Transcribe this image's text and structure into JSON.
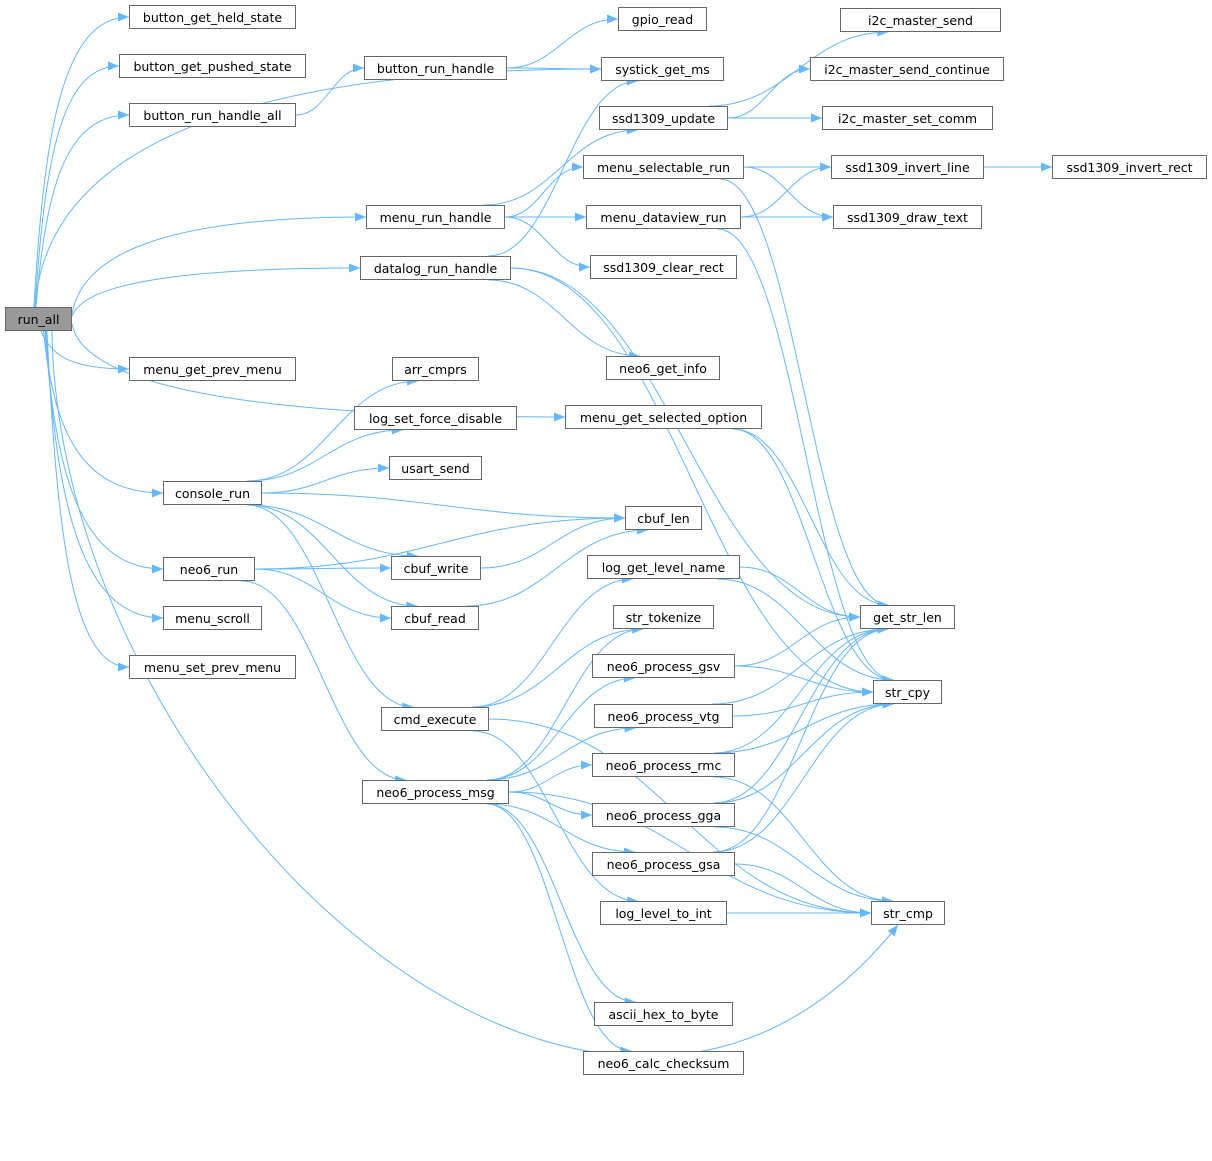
{
  "graph": {
    "root": "run_all",
    "edge_color": "#63b8ff",
    "root_fill": "#999999",
    "nodes": [
      "run_all",
      "button_get_held_state",
      "button_get_pushed_state",
      "button_run_handle_all",
      "menu_get_prev_menu",
      "console_run",
      "neo6_run",
      "menu_scroll",
      "menu_set_prev_menu",
      "button_run_handle",
      "menu_run_handle",
      "datalog_run_handle",
      "arr_cmprs",
      "log_set_force_disable",
      "usart_send",
      "cbuf_write",
      "cbuf_read",
      "cmd_execute",
      "neo6_process_msg",
      "gpio_read",
      "systick_get_ms",
      "ssd1309_update",
      "menu_selectable_run",
      "menu_dataview_run",
      "ssd1309_clear_rect",
      "neo6_get_info",
      "menu_get_selected_option",
      "cbuf_len",
      "log_get_level_name",
      "str_tokenize",
      "neo6_process_gsv",
      "neo6_process_vtg",
      "neo6_process_rmc",
      "neo6_process_gga",
      "neo6_process_gsa",
      "log_level_to_int",
      "ascii_hex_to_byte",
      "neo6_calc_checksum",
      "i2c_master_send",
      "i2c_master_send_continue",
      "i2c_master_set_comm",
      "ssd1309_invert_line",
      "ssd1309_draw_text",
      "get_str_len",
      "str_cpy",
      "str_cmp",
      "ssd1309_invert_rect"
    ],
    "edges": [
      [
        "run_all",
        "button_get_held_state"
      ],
      [
        "run_all",
        "button_get_pushed_state"
      ],
      [
        "run_all",
        "button_run_handle_all"
      ],
      [
        "run_all",
        "systick_get_ms"
      ],
      [
        "run_all",
        "menu_run_handle"
      ],
      [
        "run_all",
        "datalog_run_handle"
      ],
      [
        "run_all",
        "menu_get_selected_option"
      ],
      [
        "run_all",
        "menu_get_prev_menu"
      ],
      [
        "run_all",
        "console_run"
      ],
      [
        "run_all",
        "neo6_run"
      ],
      [
        "run_all",
        "menu_scroll"
      ],
      [
        "run_all",
        "menu_set_prev_menu"
      ],
      [
        "run_all",
        "str_cmp"
      ],
      [
        "button_run_handle_all",
        "button_run_handle"
      ],
      [
        "button_run_handle",
        "gpio_read"
      ],
      [
        "button_run_handle",
        "systick_get_ms"
      ],
      [
        "menu_run_handle",
        "ssd1309_update"
      ],
      [
        "menu_run_handle",
        "menu_selectable_run"
      ],
      [
        "menu_run_handle",
        "menu_dataview_run"
      ],
      [
        "menu_run_handle",
        "ssd1309_clear_rect"
      ],
      [
        "datalog_run_handle",
        "systick_get_ms"
      ],
      [
        "datalog_run_handle",
        "neo6_get_info"
      ],
      [
        "datalog_run_handle",
        "get_str_len"
      ],
      [
        "datalog_run_handle",
        "str_cpy"
      ],
      [
        "ssd1309_update",
        "i2c_master_send"
      ],
      [
        "ssd1309_update",
        "i2c_master_send_continue"
      ],
      [
        "ssd1309_update",
        "i2c_master_set_comm"
      ],
      [
        "menu_selectable_run",
        "ssd1309_invert_line"
      ],
      [
        "menu_selectable_run",
        "ssd1309_draw_text"
      ],
      [
        "menu_selectable_run",
        "get_str_len"
      ],
      [
        "menu_dataview_run",
        "ssd1309_invert_line"
      ],
      [
        "menu_dataview_run",
        "ssd1309_draw_text"
      ],
      [
        "menu_dataview_run",
        "str_cpy"
      ],
      [
        "ssd1309_invert_line",
        "ssd1309_invert_rect"
      ],
      [
        "menu_get_selected_option",
        "get_str_len"
      ],
      [
        "menu_get_selected_option",
        "str_cpy"
      ],
      [
        "console_run",
        "arr_cmprs"
      ],
      [
        "console_run",
        "log_set_force_disable"
      ],
      [
        "console_run",
        "usart_send"
      ],
      [
        "console_run",
        "cbuf_len"
      ],
      [
        "console_run",
        "cbuf_write"
      ],
      [
        "console_run",
        "cbuf_read"
      ],
      [
        "console_run",
        "cmd_execute"
      ],
      [
        "neo6_run",
        "cbuf_write"
      ],
      [
        "neo6_run",
        "cbuf_read"
      ],
      [
        "neo6_run",
        "cbuf_len"
      ],
      [
        "neo6_run",
        "neo6_process_msg"
      ],
      [
        "cbuf_write",
        "cbuf_len"
      ],
      [
        "cbuf_read",
        "cbuf_len"
      ],
      [
        "log_get_level_name",
        "get_str_len"
      ],
      [
        "log_get_level_name",
        "str_cpy"
      ],
      [
        "cmd_execute",
        "str_tokenize"
      ],
      [
        "cmd_execute",
        "log_get_level_name"
      ],
      [
        "cmd_execute",
        "log_level_to_int"
      ],
      [
        "cmd_execute",
        "str_cmp"
      ],
      [
        "neo6_process_msg",
        "str_tokenize"
      ],
      [
        "neo6_process_msg",
        "neo6_process_gsv"
      ],
      [
        "neo6_process_msg",
        "neo6_process_vtg"
      ],
      [
        "neo6_process_msg",
        "neo6_process_rmc"
      ],
      [
        "neo6_process_msg",
        "neo6_process_gga"
      ],
      [
        "neo6_process_msg",
        "neo6_process_gsa"
      ],
      [
        "neo6_process_msg",
        "ascii_hex_to_byte"
      ],
      [
        "neo6_process_msg",
        "neo6_calc_checksum"
      ],
      [
        "neo6_process_msg",
        "str_cmp"
      ],
      [
        "neo6_process_gsv",
        "get_str_len"
      ],
      [
        "neo6_process_gsv",
        "str_cpy"
      ],
      [
        "neo6_process_vtg",
        "get_str_len"
      ],
      [
        "neo6_process_vtg",
        "str_cpy"
      ],
      [
        "neo6_process_rmc",
        "get_str_len"
      ],
      [
        "neo6_process_rmc",
        "str_cpy"
      ],
      [
        "neo6_process_rmc",
        "str_cmp"
      ],
      [
        "neo6_process_gga",
        "get_str_len"
      ],
      [
        "neo6_process_gga",
        "str_cpy"
      ],
      [
        "neo6_process_gga",
        "str_cmp"
      ],
      [
        "neo6_process_gsa",
        "get_str_len"
      ],
      [
        "neo6_process_gsa",
        "str_cpy"
      ],
      [
        "neo6_process_gsa",
        "str_cmp"
      ],
      [
        "log_level_to_int",
        "str_cmp"
      ]
    ]
  }
}
